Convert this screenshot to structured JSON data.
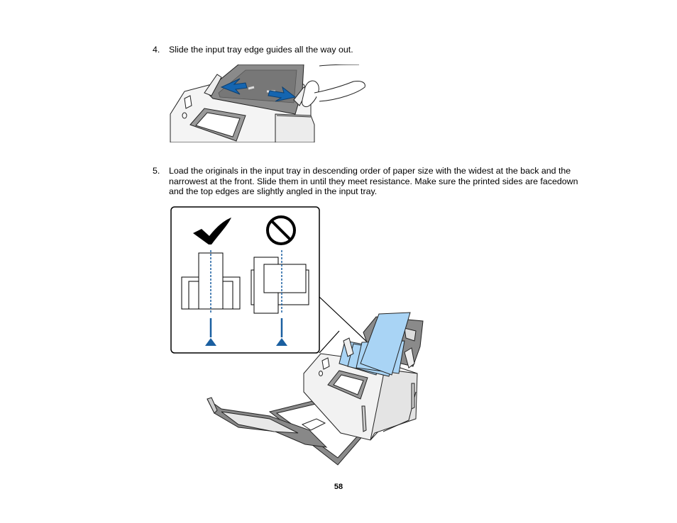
{
  "steps": [
    {
      "number": "4.",
      "text": "Slide the input tray edge guides all the way out."
    },
    {
      "number": "5.",
      "text": "Load the originals in the input tray in descending order of paper size with the widest at the back and the narrowest at the front. Slide them in until they meet resistance. Make sure the printed sides are facedown and the top edges are slightly angled in the input tray."
    }
  ],
  "figures": {
    "tray_guides": {
      "arrow_color": "#1565b0",
      "tray_color": "#8a8a8a"
    },
    "loading": {
      "correct_icon": "checkmark-icon",
      "incorrect_icon": "prohibited-icon",
      "guide_color": "#1a5fa0",
      "paper_color": "#a9d4f5"
    }
  },
  "page_number": "58"
}
